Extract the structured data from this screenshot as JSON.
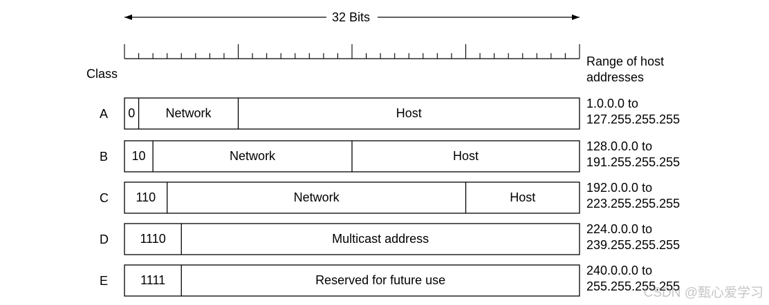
{
  "header": {
    "bits_label": "32 Bits",
    "class_label": "Class",
    "range_label_line1": "Range of host",
    "range_label_line2": "addresses"
  },
  "classes": [
    {
      "name": "A",
      "fields": [
        {
          "text": "0",
          "bits": 1
        },
        {
          "text": "Network",
          "bits": 7
        },
        {
          "text": "Host",
          "bits": 24
        }
      ],
      "range_line1": "1.0.0.0 to",
      "range_line2": "127.255.255.255"
    },
    {
      "name": "B",
      "fields": [
        {
          "text": "10",
          "bits": 2
        },
        {
          "text": "Network",
          "bits": 14
        },
        {
          "text": "Host",
          "bits": 16
        }
      ],
      "range_line1": "128.0.0.0 to",
      "range_line2": "191.255.255.255"
    },
    {
      "name": "C",
      "fields": [
        {
          "text": "110",
          "bits": 3
        },
        {
          "text": "Network",
          "bits": 21
        },
        {
          "text": "Host",
          "bits": 8
        }
      ],
      "range_line1": "192.0.0.0 to",
      "range_line2": "223.255.255.255"
    },
    {
      "name": "D",
      "fields": [
        {
          "text": "1110",
          "bits": 4
        },
        {
          "text": "Multicast address",
          "bits": 28
        }
      ],
      "range_line1": "224.0.0.0 to",
      "range_line2": "239.255.255.255"
    },
    {
      "name": "E",
      "fields": [
        {
          "text": "1111",
          "bits": 4
        },
        {
          "text": "Reserved for future use",
          "bits": 28
        }
      ],
      "range_line1": "240.0.0.0 to",
      "range_line2": "255.255.255.255"
    }
  ],
  "watermark": "CSDN @甄心爱学习",
  "colors": {
    "line": "#000000",
    "background": "#ffffff",
    "watermark": "#969696"
  }
}
